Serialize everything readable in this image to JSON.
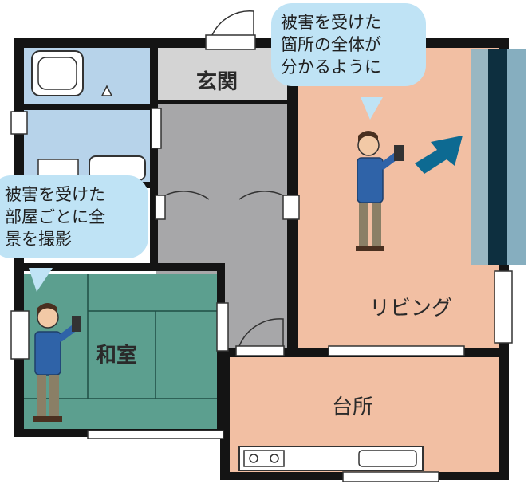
{
  "rooms": {
    "entrance": "玄関",
    "living": "リビング",
    "tatami": "和室",
    "kitchen": "台所"
  },
  "callouts": {
    "whole_view": [
      "被害を受けた",
      "部屋ごとに全",
      "景を撮影"
    ],
    "damage_detail": [
      "被害を受けた",
      "箇所の全体が",
      "分かるように"
    ]
  },
  "colors": {
    "living_floor": "#f2bfa3",
    "tatami_floor": "#5c9f8f",
    "hall_floor": "#a7a7a9",
    "entrance_floor": "#d4d4d4",
    "bath_floor": "#b7d3ea",
    "bubble": "#bfe3f5",
    "arrow": "#0d6a92",
    "wall": "#141414"
  }
}
